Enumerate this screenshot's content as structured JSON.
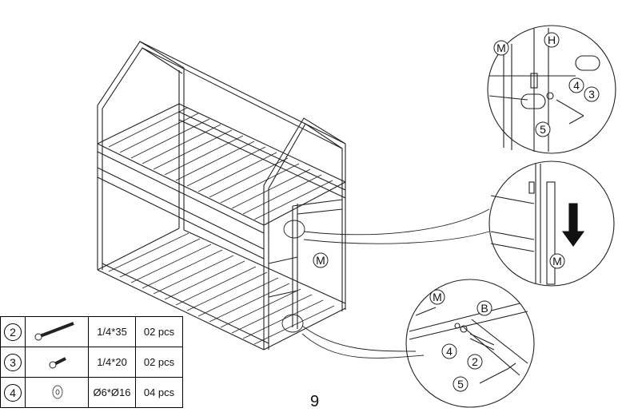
{
  "page_number": "9",
  "labels": {
    "M": "M",
    "H": "H",
    "B": "B",
    "n2": "2",
    "n3": "3",
    "n4": "4",
    "n5": "5"
  },
  "parts": [
    {
      "number": "2",
      "icon": "long-bolt-icon",
      "size": "1/4*35",
      "qty": "02 pcs"
    },
    {
      "number": "3",
      "icon": "short-bolt-icon",
      "size": "1/4*20",
      "qty": "02 pcs"
    },
    {
      "number": "4",
      "icon": "washer-icon",
      "size": "Ø6*Ø16",
      "qty": "04 pcs"
    }
  ]
}
